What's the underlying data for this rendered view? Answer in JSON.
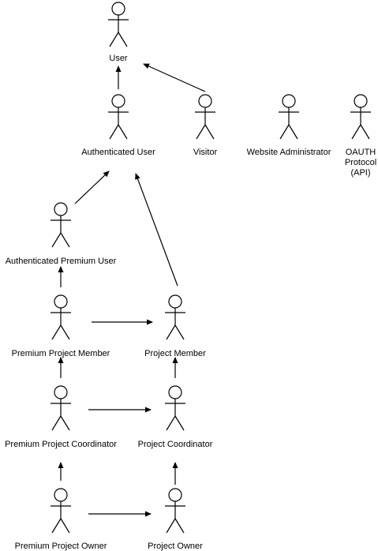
{
  "diagram": {
    "actors": [
      {
        "id": "user",
        "label": [
          "User"
        ]
      },
      {
        "id": "authenticated-user",
        "label": [
          "Authenticated User"
        ]
      },
      {
        "id": "visitor",
        "label": [
          "Visitor"
        ]
      },
      {
        "id": "website-administrator",
        "label": [
          "Website Administrator"
        ]
      },
      {
        "id": "oauth-protocol-api",
        "label": [
          "OAUTH",
          "Protocol",
          "(API)"
        ]
      },
      {
        "id": "authenticated-premium-user",
        "label": [
          "Authenticated Premium User"
        ]
      },
      {
        "id": "premium-project-member",
        "label": [
          "Premium Project Member"
        ]
      },
      {
        "id": "project-member",
        "label": [
          "Project Member"
        ]
      },
      {
        "id": "premium-project-coordinator",
        "label": [
          "Premium Project Coordinator"
        ]
      },
      {
        "id": "project-coordinator",
        "label": [
          "Project Coordinator"
        ]
      },
      {
        "id": "premium-project-owner",
        "label": [
          "Premium Project Owner"
        ]
      },
      {
        "id": "project-owner",
        "label": [
          "Project Owner"
        ]
      }
    ],
    "generalizations": [
      {
        "from": "authenticated-user",
        "to": "user"
      },
      {
        "from": "visitor",
        "to": "user"
      },
      {
        "from": "authenticated-premium-user",
        "to": "authenticated-user"
      },
      {
        "from": "project-member",
        "to": "authenticated-user"
      },
      {
        "from": "premium-project-member",
        "to": "authenticated-premium-user"
      },
      {
        "from": "premium-project-member",
        "to": "project-member"
      },
      {
        "from": "premium-project-coordinator",
        "to": "premium-project-member"
      },
      {
        "from": "project-coordinator",
        "to": "project-member"
      },
      {
        "from": "premium-project-coordinator",
        "to": "project-coordinator"
      },
      {
        "from": "premium-project-owner",
        "to": "premium-project-coordinator"
      },
      {
        "from": "project-owner",
        "to": "project-coordinator"
      },
      {
        "from": "premium-project-owner",
        "to": "project-owner"
      }
    ]
  },
  "colors": {
    "stroke": "#000000",
    "background": "#ffffff"
  }
}
